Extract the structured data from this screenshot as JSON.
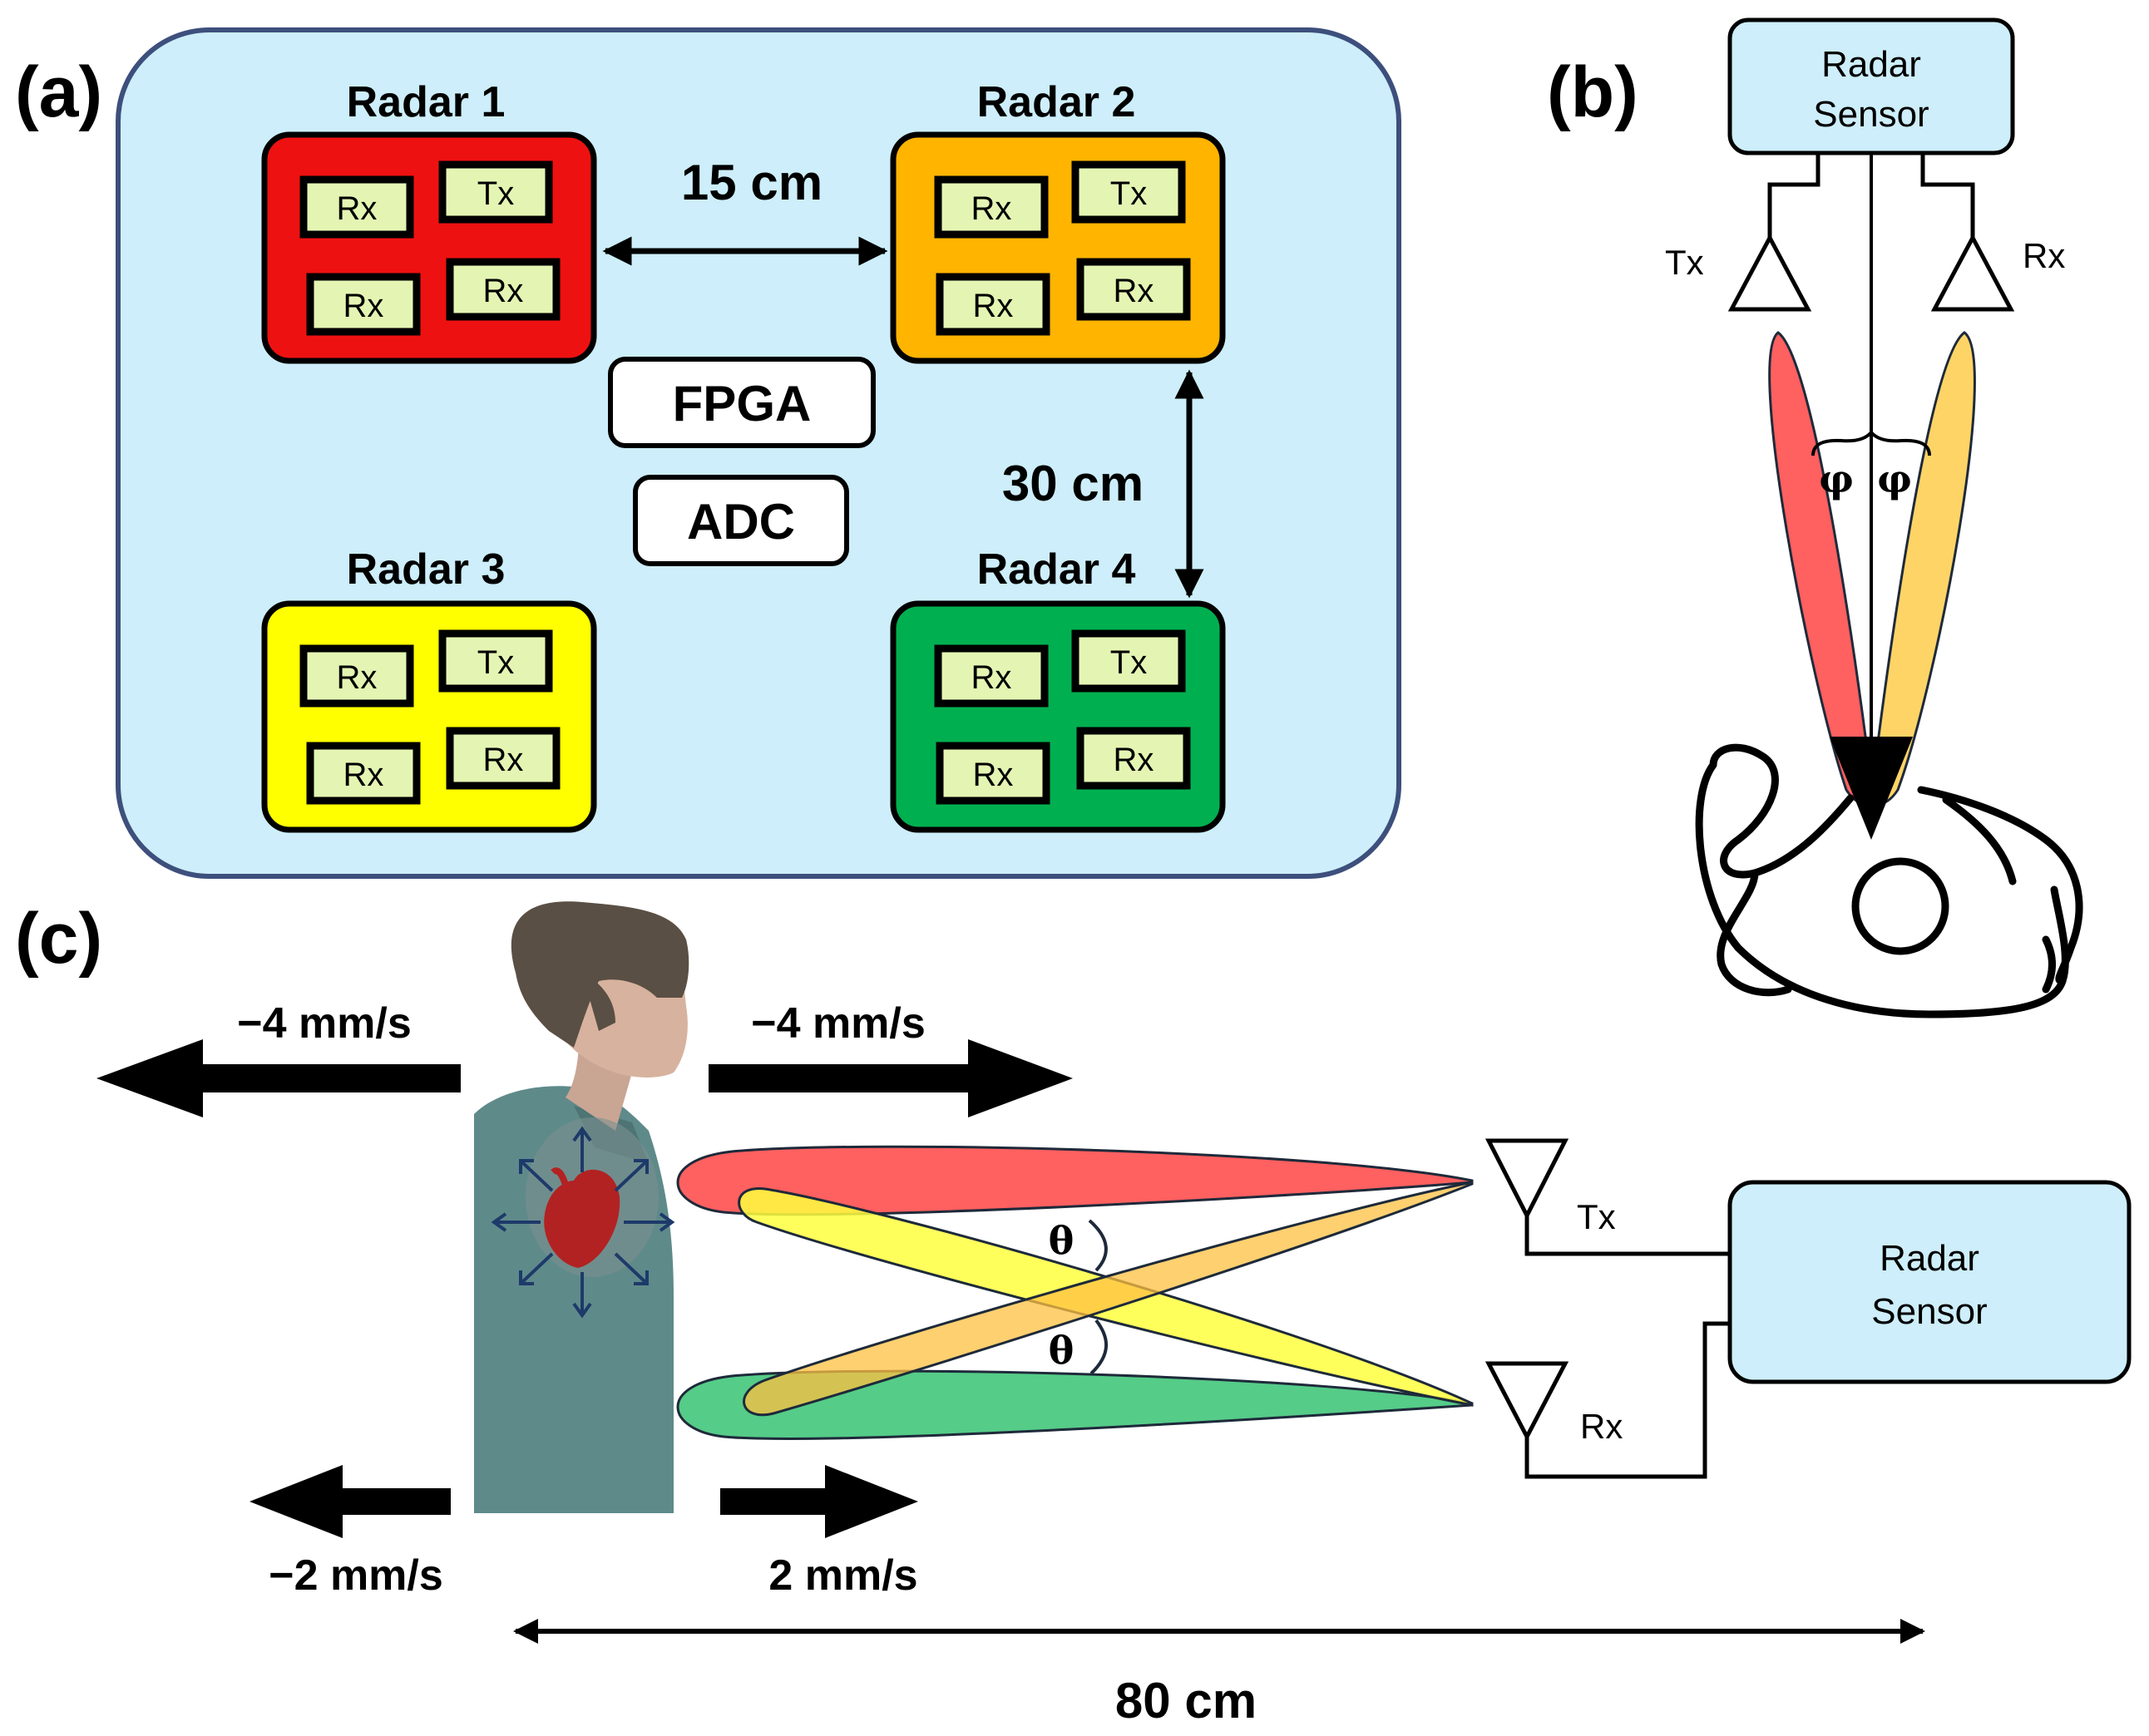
{
  "panels": {
    "a": {
      "label": "(a)",
      "radars": [
        {
          "title": "Radar 1",
          "color": "#ee1111",
          "chips": [
            "Rx",
            "Tx",
            "Rx",
            "Rx"
          ]
        },
        {
          "title": "Radar 2",
          "color": "#ffb400",
          "chips": [
            "Rx",
            "Tx",
            "Rx",
            "Rx"
          ]
        },
        {
          "title": "Radar 3",
          "color": "#ffff00",
          "chips": [
            "Rx",
            "Tx",
            "Rx",
            "Rx"
          ]
        },
        {
          "title": "Radar 4",
          "color": "#00b050",
          "chips": [
            "Rx",
            "Tx",
            "Rx",
            "Rx"
          ]
        }
      ],
      "spacing_horizontal": "15 cm",
      "spacing_vertical": "30 cm",
      "fpga_label": "FPGA",
      "adc_label": "ADC"
    },
    "b": {
      "label": "(b)",
      "sensor_line1": "Radar",
      "sensor_line2": "Sensor",
      "tx_label": "Tx",
      "rx_label": "Rx",
      "angle_symbol": "φ"
    },
    "c": {
      "label": "(c)",
      "vel_top_left": "−4 mm/s",
      "vel_top_right": "−4 mm/s",
      "vel_bottom_left": "−2 mm/s",
      "vel_bottom_right": "2 mm/s",
      "angle_symbol": "θ",
      "tx_label": "Tx",
      "rx_label": "Rx",
      "sensor_line1": "Radar",
      "sensor_line2": "Sensor",
      "distance": "80 cm"
    }
  },
  "colors": {
    "board": "#cdeefa",
    "board_border": "#3d4f7c",
    "chip": "#e4f5b3",
    "sensor_box": "#cdeefa",
    "beam_red": "#ff6060",
    "beam_yellow": "#ffff40",
    "beam_orange": "#ffc040",
    "beam_green": "#55cc88"
  }
}
